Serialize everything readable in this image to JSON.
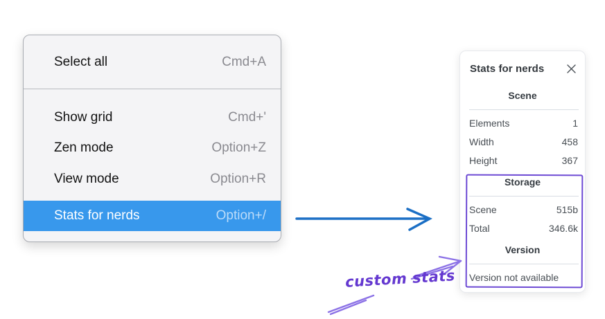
{
  "context_menu": {
    "items": [
      {
        "label": "Select all",
        "shortcut": "Cmd+A"
      },
      {
        "label": "Show grid",
        "shortcut": "Cmd+'"
      },
      {
        "label": "Zen mode",
        "shortcut": "Option+Z"
      },
      {
        "label": "View mode",
        "shortcut": "Option+R"
      },
      {
        "label": "Stats for nerds",
        "shortcut": "Option+/"
      }
    ],
    "highlighted_item": "Stats for nerds"
  },
  "stats_panel": {
    "title": "Stats for nerds",
    "sections": [
      {
        "header": "Scene",
        "rows": [
          {
            "label": "Elements",
            "value": "1"
          },
          {
            "label": "Width",
            "value": "458"
          },
          {
            "label": "Height",
            "value": "367"
          }
        ]
      },
      {
        "header": "Storage",
        "rows": [
          {
            "label": "Scene",
            "value": "515b"
          },
          {
            "label": "Total",
            "value": "346.6k"
          }
        ]
      },
      {
        "header": "Version",
        "rows": [],
        "note": "Version not available"
      }
    ]
  },
  "annotation": {
    "label": "custom stats"
  },
  "colors": {
    "menu_highlight": "#3898ec",
    "pointer_arrow": "#1b6fc5",
    "annotation_purple": "#6438d0",
    "annotation_arrow": "#8c72e6",
    "annotation_box": "#6d4ad4"
  }
}
